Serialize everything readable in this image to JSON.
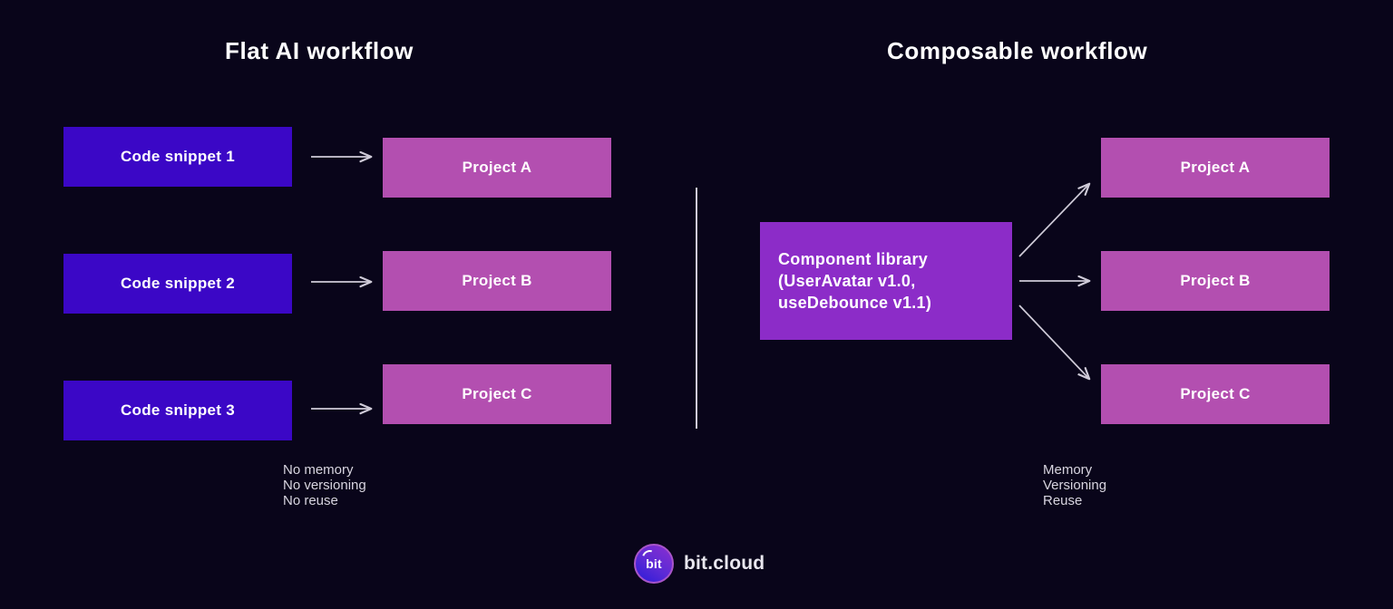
{
  "background_color": "#09051a",
  "palette": {
    "snippet_blue": "#3b07c6",
    "project_pink": "#b34fb0",
    "library_purple": "#8c2cc8",
    "arrow_gray": "#cfcbd8",
    "divider_gray": "#cfcbd8",
    "text_white": "#ffffff",
    "caption_gray": "#d8d5e0"
  },
  "columns": {
    "left": {
      "title": "Flat AI workflow",
      "snippets": [
        {
          "label": "Code snippet 1"
        },
        {
          "label": "Code snippet 2"
        },
        {
          "label": "Code snippet 3"
        }
      ],
      "projects": [
        {
          "label": "Project A"
        },
        {
          "label": "Project B"
        },
        {
          "label": "Project C"
        }
      ],
      "caption": "No memory\nNo versioning\nNo reuse"
    },
    "right": {
      "title": "Composable workflow",
      "library": {
        "line1": "Component library",
        "line2": "(UserAvatar v1.0,",
        "line3": "useDebounce v1.1)"
      },
      "projects": [
        {
          "label": "Project A"
        },
        {
          "label": "Project B"
        },
        {
          "label": "Project C"
        }
      ],
      "caption": "Memory\nVersioning\nReuse"
    }
  },
  "footer": {
    "badge_text": "bit",
    "wordmark": "bit.cloud"
  }
}
